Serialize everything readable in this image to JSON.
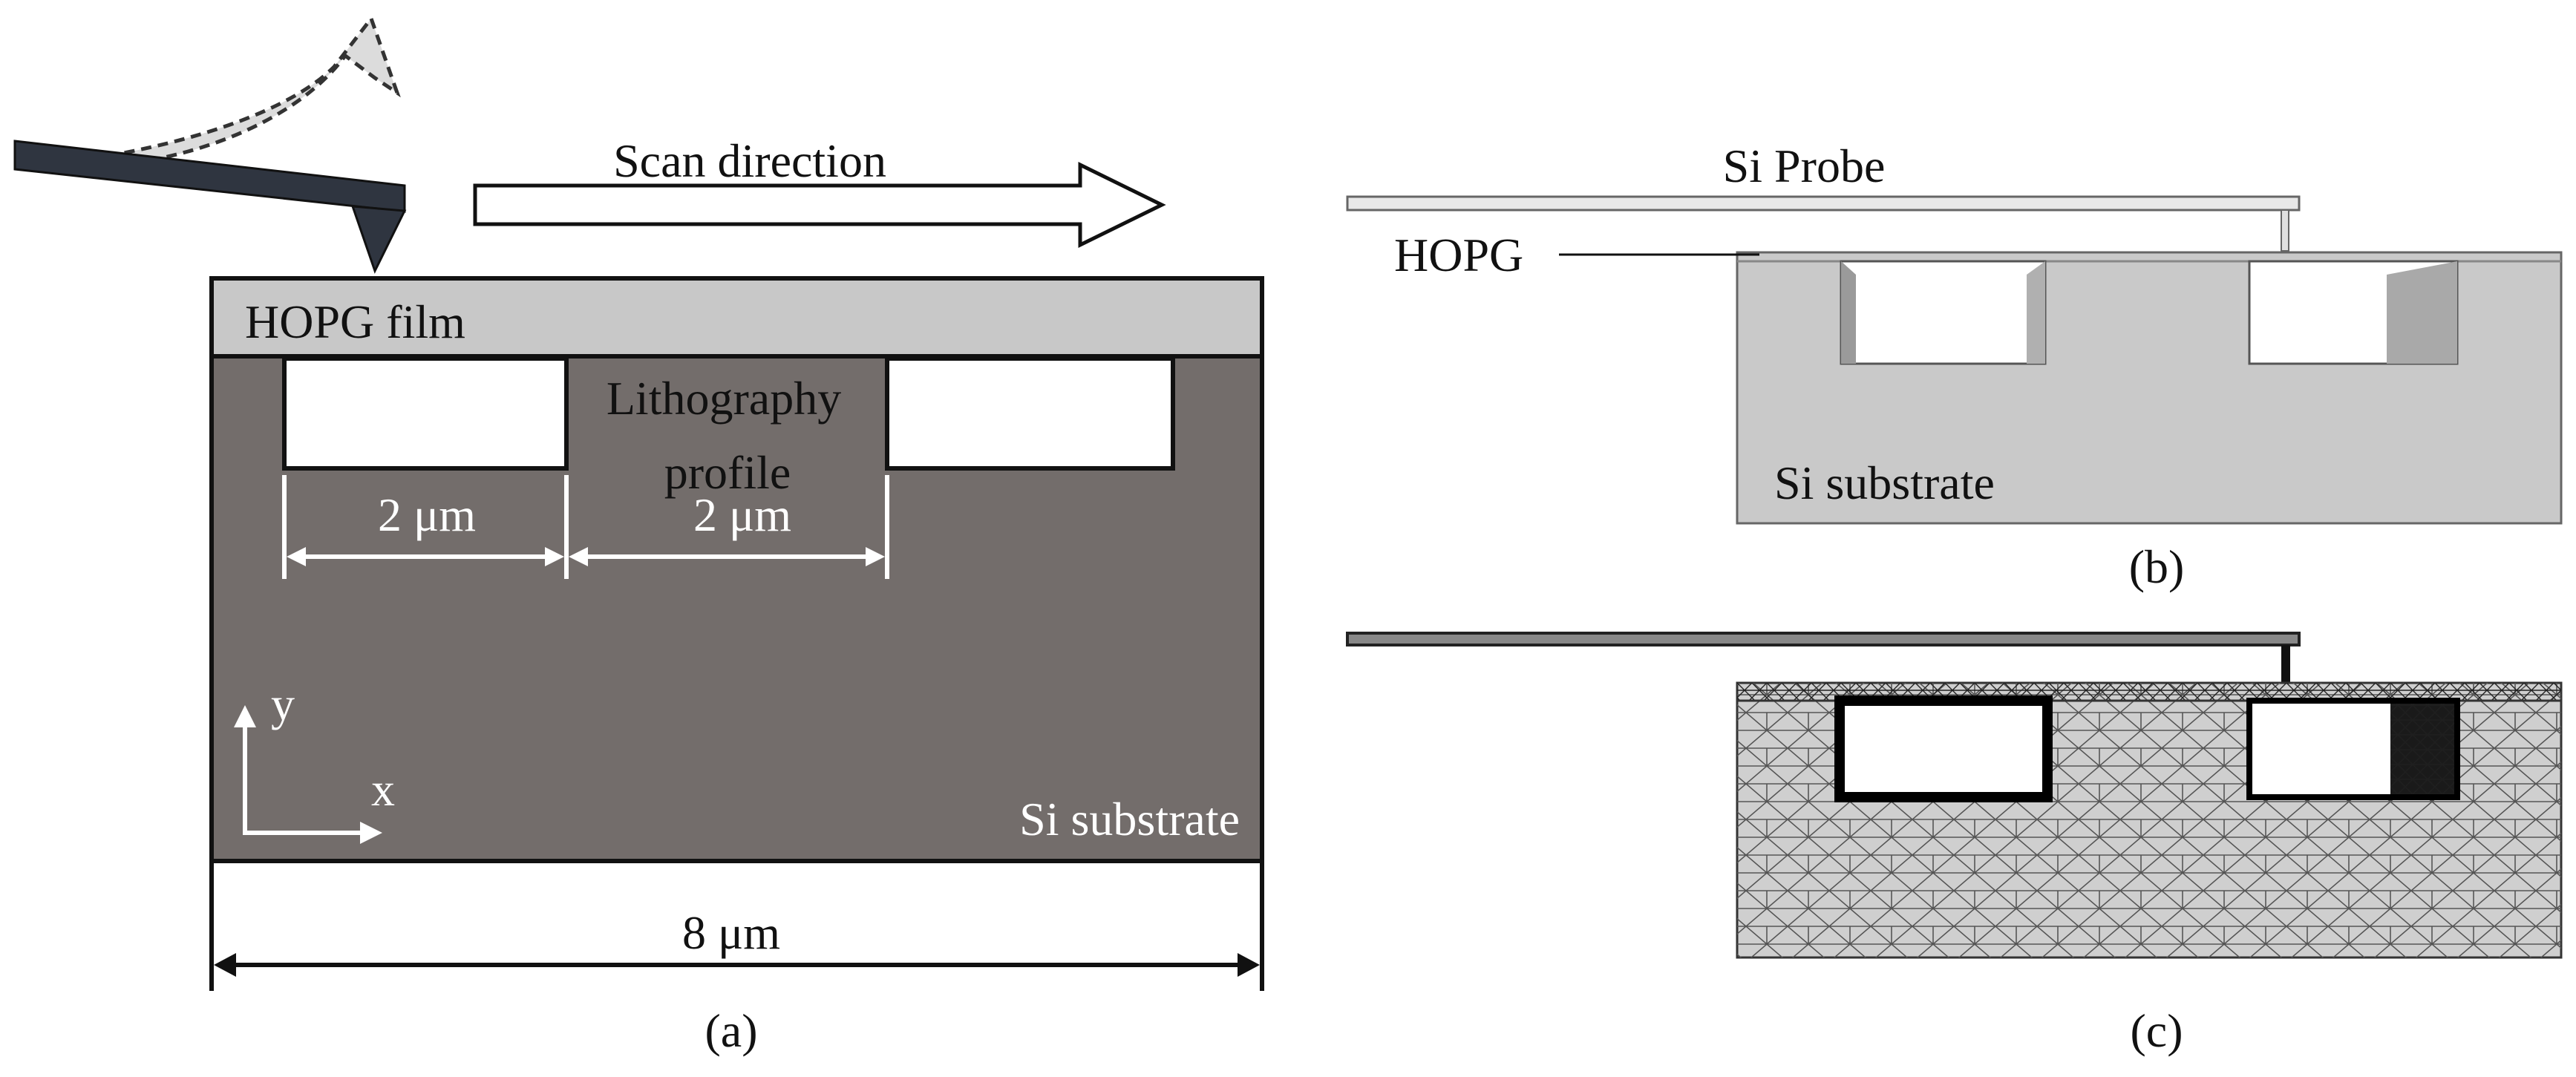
{
  "panel_a": {
    "scan_direction": "Scan direction",
    "hopg_film": "HOPG film",
    "lithography_line1": "Lithography",
    "lithography_line2": "profile",
    "width_left": "2 μm",
    "width_right": "2 μm",
    "axis_y": "y",
    "axis_x": "x",
    "substrate": "Si substrate",
    "total_width": "8 μm",
    "caption": "(a)"
  },
  "panel_b": {
    "probe": "Si Probe",
    "hopg": "HOPG",
    "substrate": "Si substrate",
    "caption": "(b)"
  },
  "panel_c": {
    "caption": "(c)"
  },
  "colors": {
    "substrate_dark": "#736d6b",
    "hopg_light": "#c8c8c8",
    "cantilever": "#2f3540",
    "model_grey": "#c9c9c9"
  }
}
